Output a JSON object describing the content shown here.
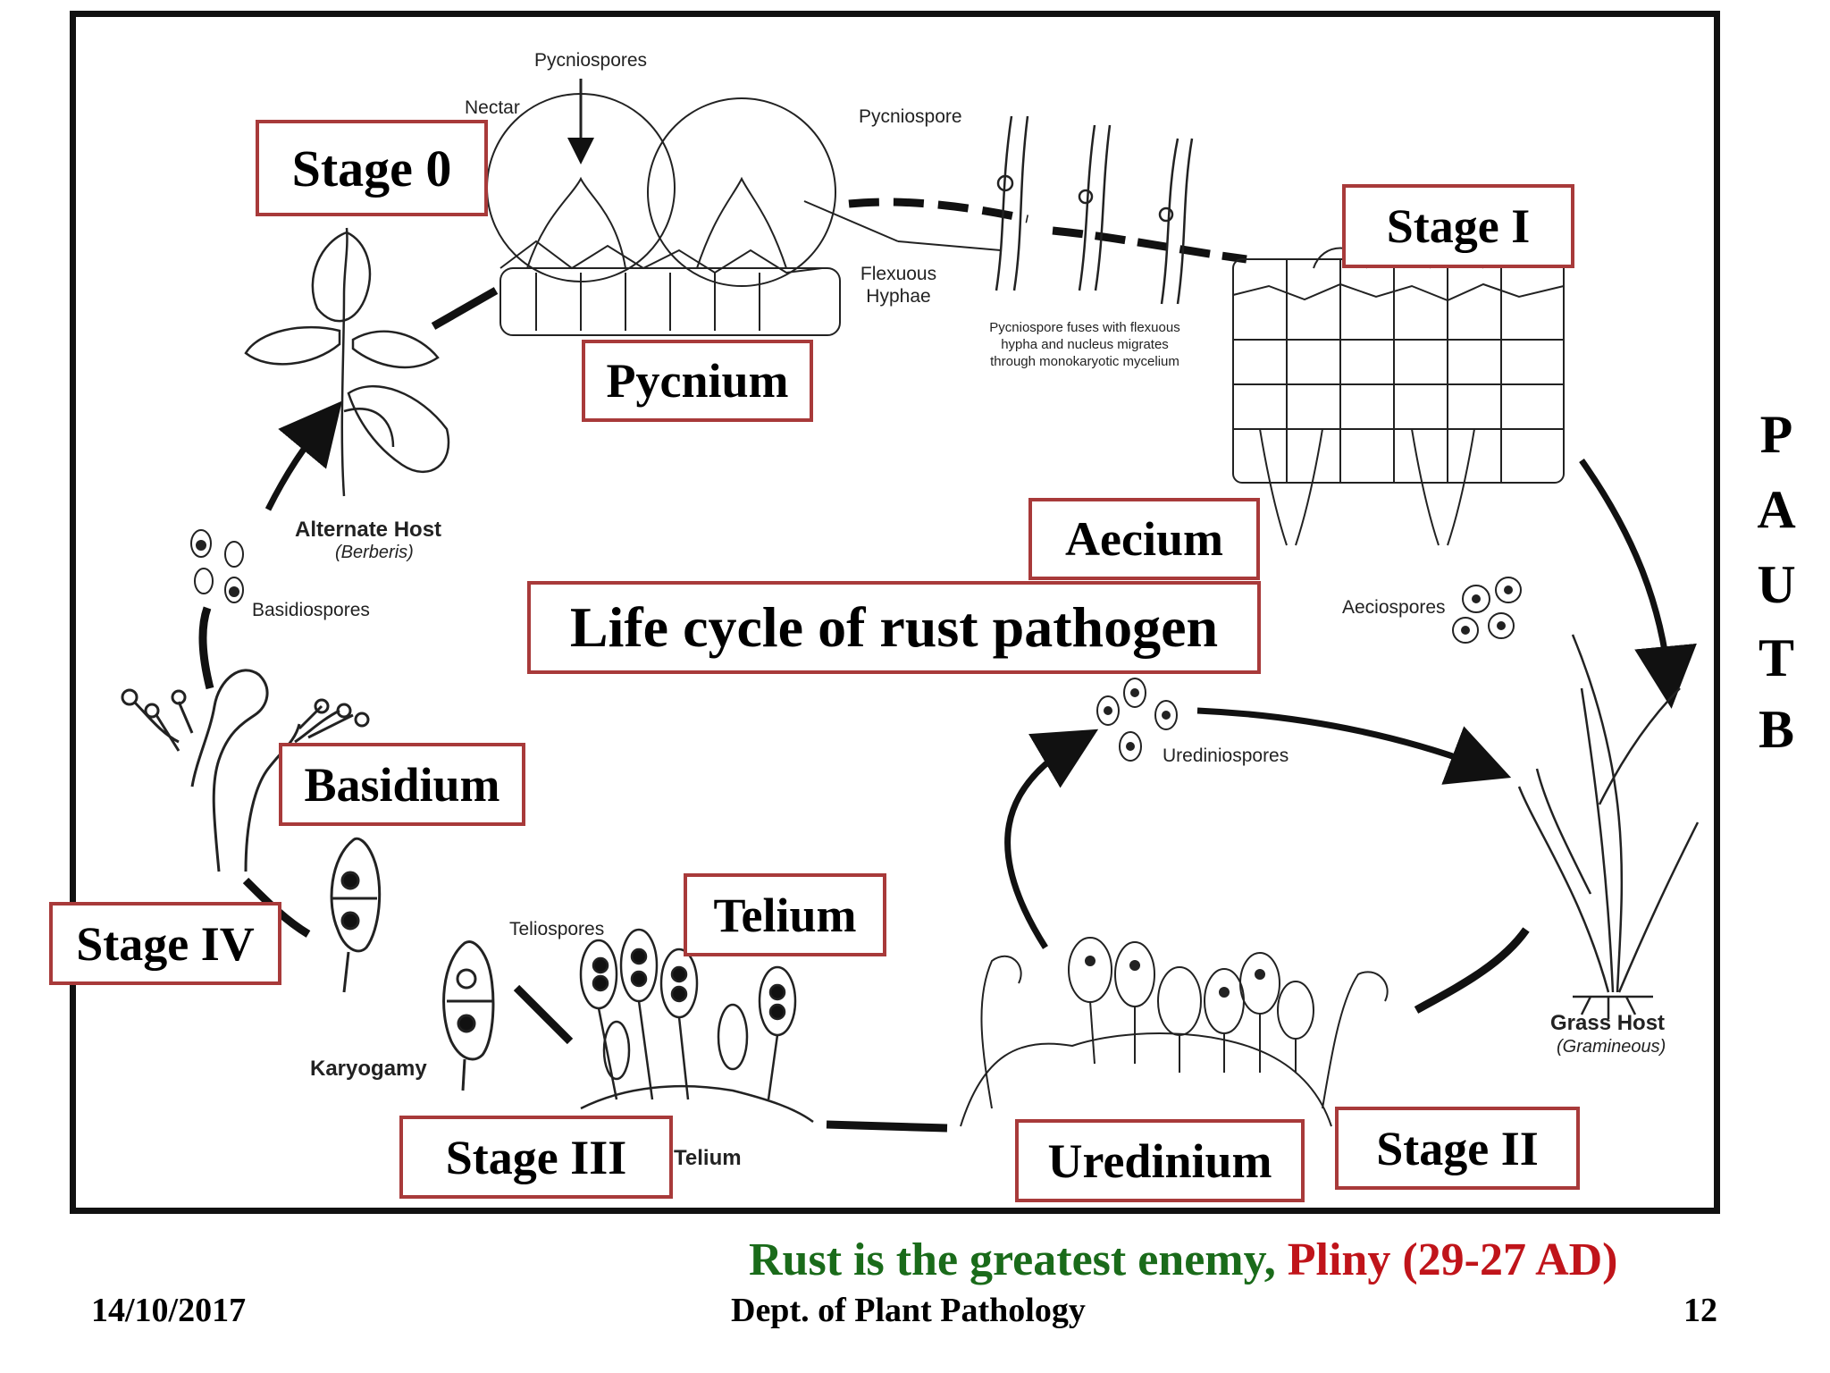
{
  "diagram": {
    "title": "Life cycle of rust pathogen",
    "stages": {
      "stage0": "Stage 0",
      "stage1": "Stage I",
      "stage2": "Stage II",
      "stage3": "Stage III",
      "stage4": "Stage IV"
    },
    "structures": {
      "pycnium": "Pycnium",
      "aecium": "Aecium",
      "uredinium": "Uredinium",
      "telium_box": "Telium",
      "basidium": "Basidium"
    },
    "annotations": {
      "pycniospores": "Pycniospores",
      "nectar": "Nectar",
      "pycniospore": "Pycniospore",
      "flexuous_hyphae": "Flexuous Hyphae",
      "fusion_note": "Pycniospore fuses with flexuous hypha and nucleus migrates through monokaryotic mycelium",
      "alternate_host": "Alternate Host",
      "alternate_host_genus": "(Berberis)",
      "basidiospores": "Basidiospores",
      "aeciospores": "Aeciospores",
      "urediniospores": "Urediniospores",
      "grass_host": "Grass Host",
      "grass_host_type": "(Gramineous)",
      "teliospores": "Teliospores",
      "karyogamy": "Karyogamy",
      "telium_small": "Telium"
    }
  },
  "sidebar": {
    "letters": [
      "P",
      "A",
      "U",
      "T",
      "B"
    ]
  },
  "quote": {
    "text": "Rust is the greatest enemy, ",
    "author": "Pliny (29-27 AD)"
  },
  "footer": {
    "date": "14/10/2017",
    "department": "Dept. of Plant Pathology",
    "page": "12"
  },
  "colors": {
    "box_border": "#a83a3a",
    "quote_green": "#1a6b1a",
    "quote_red": "#c0141a"
  }
}
